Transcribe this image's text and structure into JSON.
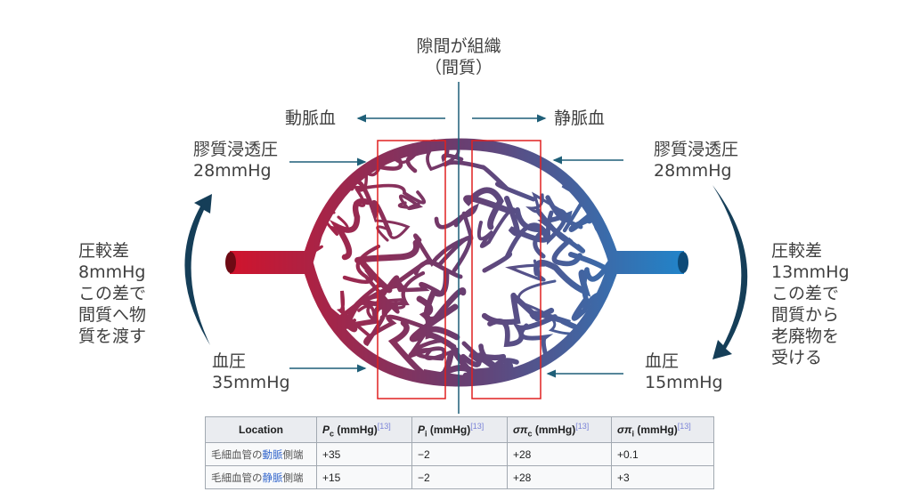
{
  "title_line1": "隙間が組織",
  "title_line2": "（間質）",
  "arterial_label": "動脈血",
  "venous_label": "静脈血",
  "left": {
    "oncotic_label": "膠質浸透圧",
    "oncotic_value": "28mmHg",
    "bp_label": "血圧",
    "bp_value": "35mmHg",
    "diff_lines": [
      "圧較差",
      "8mmHg",
      "この差で",
      "間質へ物",
      "質を渡す"
    ]
  },
  "right": {
    "oncotic_label": "膠質浸透圧",
    "oncotic_value": "28mmHg",
    "bp_label": "血圧",
    "bp_value": "15mmHg",
    "diff_lines": [
      "圧較差",
      "13mmHg",
      "この差で",
      "間質から",
      "老廃物を",
      "受ける"
    ]
  },
  "colors": {
    "arterial": "#d4122a",
    "mid": "#6b3c6e",
    "venous": "#1f86cc",
    "arrow": "#1f5f78",
    "highlight": "#e02020"
  },
  "table": {
    "headers": [
      {
        "sym": "P",
        "sub": "c",
        "unit": " (mmHg)",
        "ref": "[13]"
      },
      {
        "sym": "P",
        "sub": "i",
        "unit": " (mmHg)",
        "ref": "[13]"
      },
      {
        "sym": "σπ",
        "sub": "c",
        "unit": " (mmHg)",
        "ref": "[13]"
      },
      {
        "sym": "σπ",
        "sub": "i",
        "unit": " (mmHg)",
        "ref": "[13]"
      }
    ],
    "location_header": "Location",
    "rows": [
      {
        "pre": "毛細血管の",
        "link": "動脈",
        "post": "側端",
        "values": [
          "+35",
          "−2",
          "+28",
          "+0.1"
        ]
      },
      {
        "pre": "毛細血管の",
        "link": "静脈",
        "post": "側端",
        "values": [
          "+15",
          "−2",
          "+28",
          "+3"
        ]
      }
    ]
  }
}
